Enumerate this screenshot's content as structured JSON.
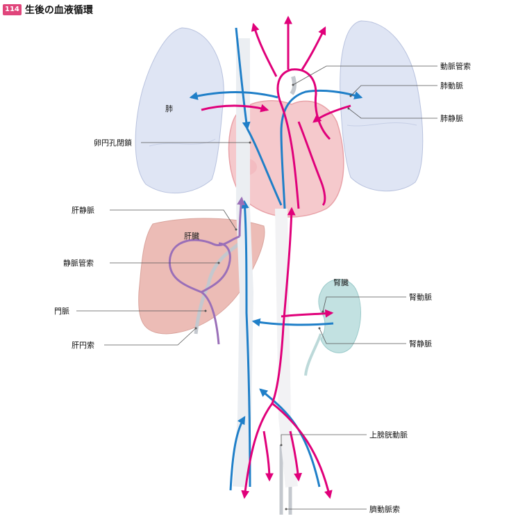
{
  "header": {
    "number": "114",
    "title": "生後の血液循環"
  },
  "colors": {
    "artery": "#e0007a",
    "vein": "#1f7fc8",
    "portal": "#9a6fb8",
    "ligament": "#c4c8ce",
    "lung": "#dde4f3",
    "heart": "#f3c3c7",
    "liver": "#eab9b4",
    "kidney": "#bfe0e0"
  },
  "labels": {
    "lung": "肺",
    "liver": "肝臓",
    "kidney": "腎臓",
    "ductus_arteriosus_lig": "動脈管索",
    "pulmonary_artery": "肺動脈",
    "pulmonary_vein": "肺静脈",
    "foramen_ovale_closure": "卵円孔閉鎖",
    "hepatic_vein": "肝静脈",
    "ductus_venosus_lig": "静脈管索",
    "portal_vein": "門脈",
    "round_lig_liver": "肝円索",
    "renal_artery": "腎動脈",
    "renal_vein": "腎静脈",
    "superior_vesical_artery": "上膀胱動脈",
    "umbilical_artery_lig": "臍動脈索"
  }
}
